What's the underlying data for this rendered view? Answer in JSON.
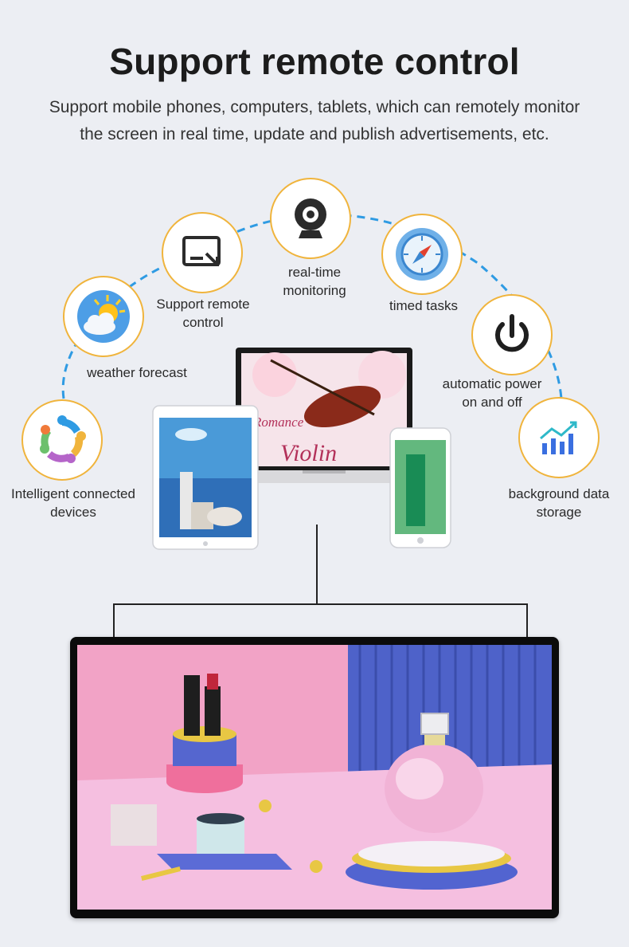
{
  "header": {
    "title": "Support remote control",
    "subtitle_line1": "Support mobile phones, computers, tablets, which can remotely monitor",
    "subtitle_line2": "the screen in real time, update and publish advertisements, etc."
  },
  "features": [
    {
      "label_line1": "Intelligent connected",
      "label_line2": "devices",
      "icon": "connected-devices-icon"
    },
    {
      "label_line1": "weather forecast",
      "label_line2": "",
      "icon": "weather-icon"
    },
    {
      "label_line1": "Support remote",
      "label_line2": "control",
      "icon": "remote-screen-icon"
    },
    {
      "label_line1": "real-time",
      "label_line2": "monitoring",
      "icon": "webcam-icon"
    },
    {
      "label_line1": "timed tasks",
      "label_line2": "",
      "icon": "compass-icon"
    },
    {
      "label_line1": "automatic power",
      "label_line2": "on and off",
      "icon": "power-icon"
    },
    {
      "label_line1": "background data",
      "label_line2": "storage",
      "icon": "chart-growth-icon"
    }
  ],
  "laptop_screen": {
    "text_script": "Romance",
    "text_main": "Violin"
  },
  "colors": {
    "accent_border": "#f0b43c",
    "arc_dash": "#2f9be3",
    "icon_dark": "#2b2b2b",
    "chart_blue": "#3a6fe0"
  }
}
